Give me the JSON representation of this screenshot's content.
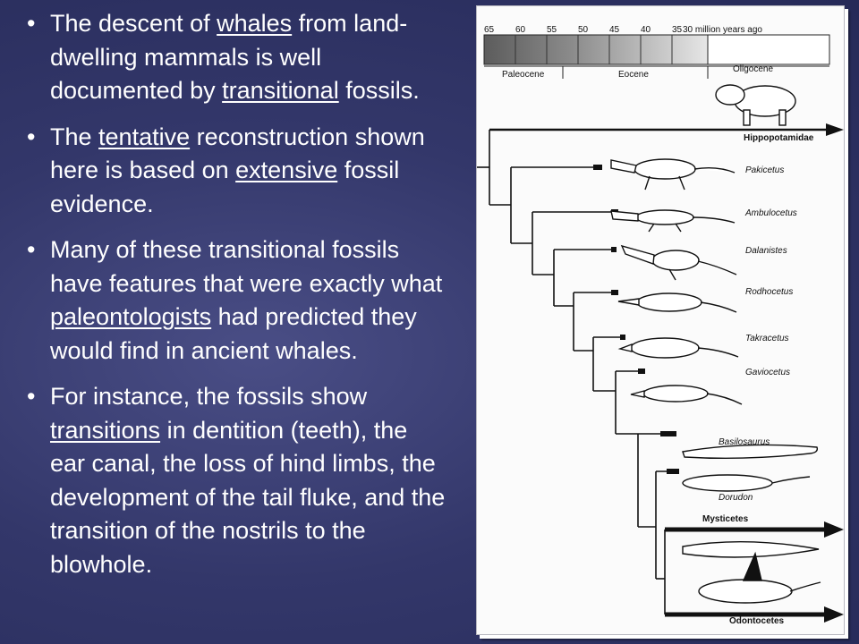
{
  "bullets": [
    [
      "The descent of ",
      {
        "u": "whales"
      },
      " from land-dwelling mammals is well documented by ",
      {
        "u": "transitional"
      },
      " fossils."
    ],
    [
      "The ",
      {
        "u": "tentative"
      },
      " reconstruction shown here is based on ",
      {
        "u": "extensive"
      },
      " fossil evidence."
    ],
    [
      "Many of these transitional fossils have features that were exactly what ",
      {
        "u": "paleontologists"
      },
      " had predicted they would find in ancient whales."
    ],
    [
      "For instance, the fossils show ",
      {
        "u": "transitions"
      },
      " in dentition (teeth), the ear canal, the loss of hind limbs, the development of the tail fluke, and the transition of the nostrils to the blowhole."
    ]
  ],
  "figure": {
    "timescale": {
      "ticks": [
        "65",
        "60",
        "55",
        "50",
        "45",
        "40",
        "35"
      ],
      "last_tick": "30 million years ago",
      "epochs": [
        "Paleocene",
        "Eocene",
        "Oligocene"
      ]
    },
    "taxa": [
      "Hippopotamidae",
      "Pakicetus",
      "Ambulocetus",
      "Dalanistes",
      "Rodhocetus",
      "Takracetus",
      "Gaviocetus",
      "Basilosaurus",
      "Dorudon",
      "Mysticetes",
      "Odontocetes"
    ]
  },
  "colors": {
    "background": "#33376a",
    "text": "#ffffff",
    "panel": "#fbfbfb"
  }
}
